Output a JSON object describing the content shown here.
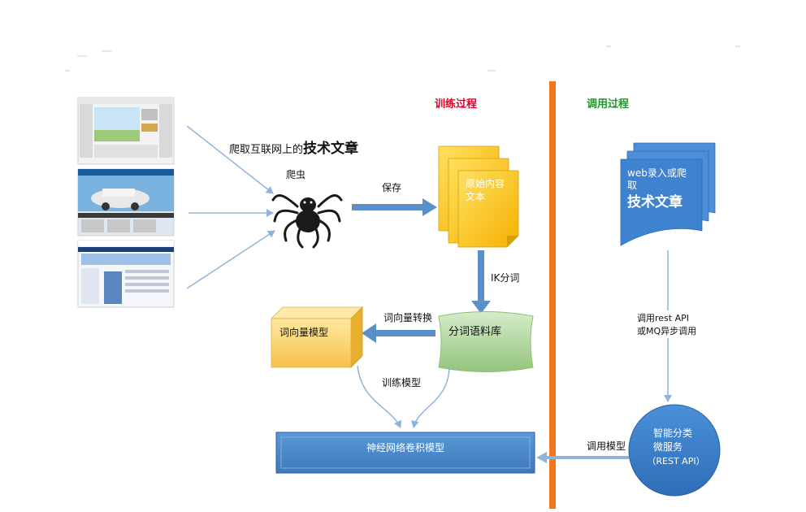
{
  "sections": {
    "training": "训练过程",
    "calling": "调用过程"
  },
  "labels": {
    "crawl_text_prefix": "爬取互联网上的",
    "crawl_text_emph": "技术文章",
    "spider": "爬虫",
    "save": "保存",
    "raw_content_line1": "原始内容",
    "raw_content_line2": "文本",
    "ik_segment": "IK分词",
    "corpus": "分词语料库",
    "vector_convert": "词向量转换",
    "vector_model": "词向量模型",
    "train_model": "训练模型",
    "cnn_model": "神经网络卷积模型",
    "web_input_line1": "web录入或爬",
    "web_input_line2": "取",
    "web_input_emph": "技术文章",
    "call_api_line1": "调用rest API",
    "call_api_line2": "或MQ异步调用",
    "service_line1": "智能分类",
    "service_line2": "微服务",
    "service_line3": "（REST API）",
    "call_model": "调用模型"
  },
  "colors": {
    "section_training": "#e0002a",
    "section_calling": "#1a9a2a",
    "divider": "#f07820",
    "arrow_blue": "#5b8fc8",
    "line_blue": "#8fb4dc",
    "doc_yellow": "#ffc000",
    "cube_yellow": "#ffd966",
    "corpus_green": "#a9d18e",
    "cnn_blue": "#4a86c8",
    "service_blue": "#3a80cc"
  }
}
